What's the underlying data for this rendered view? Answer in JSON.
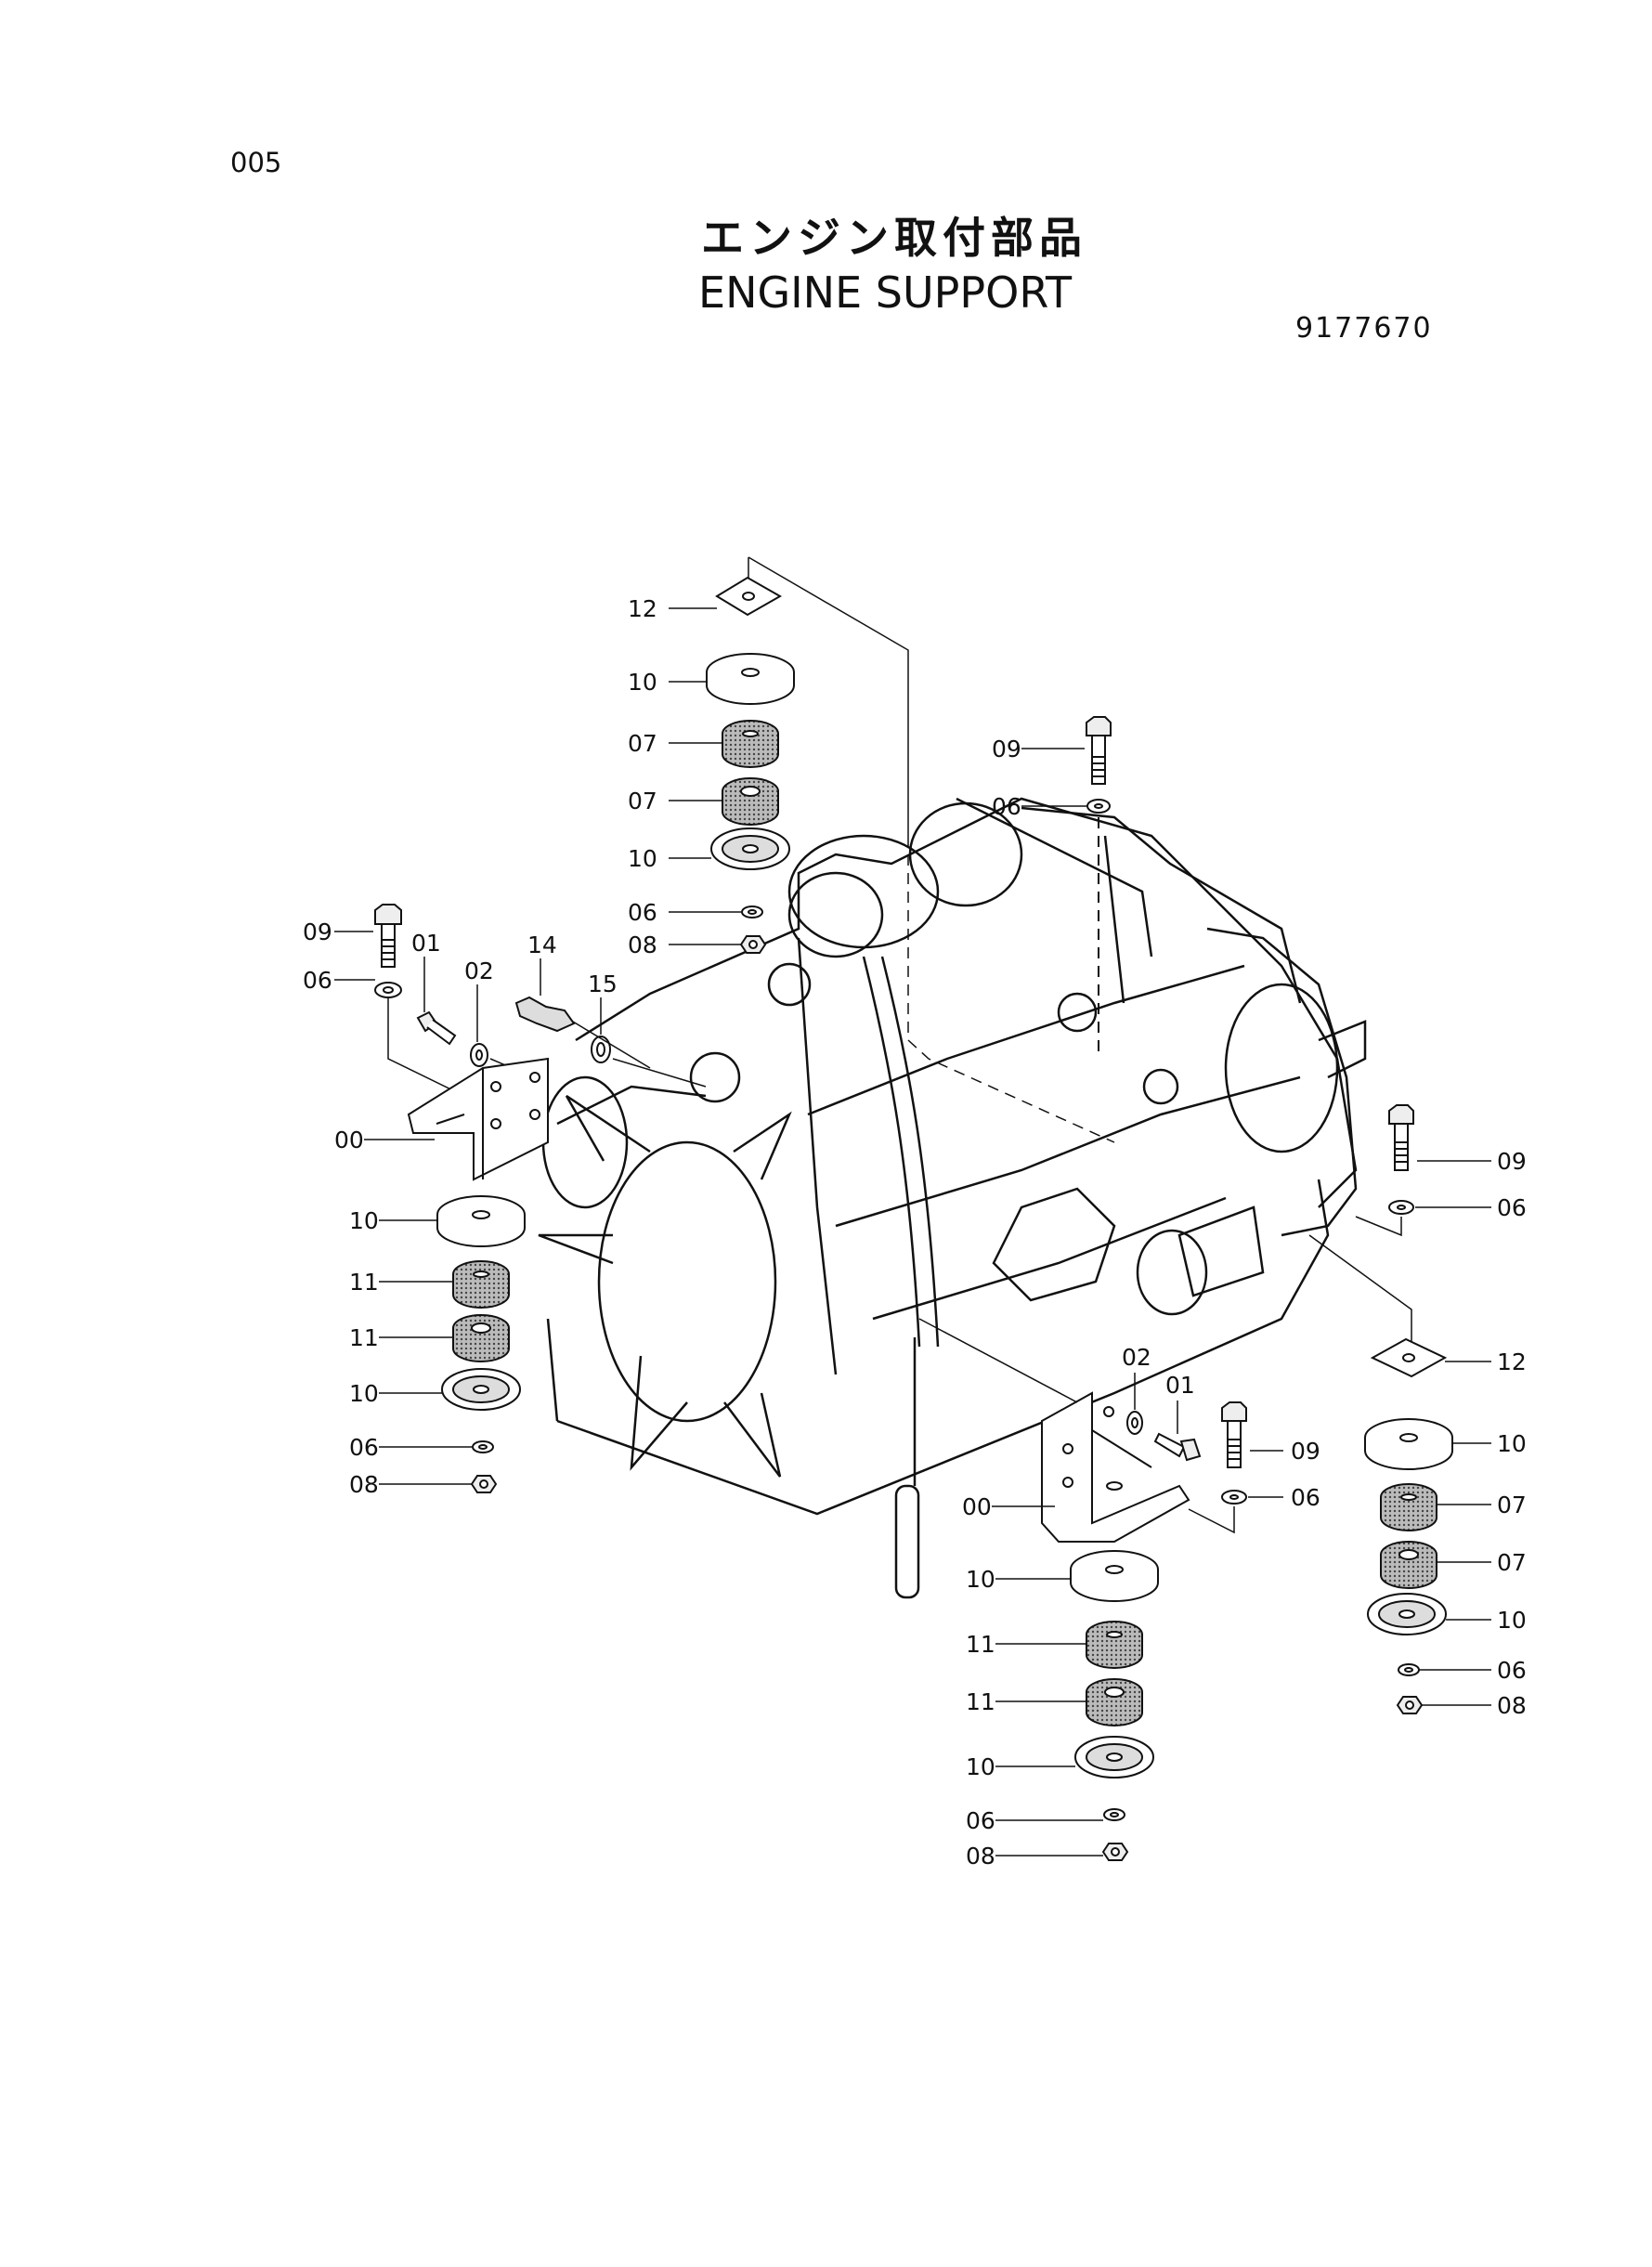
{
  "header": {
    "page_code": "005",
    "title_jp": "エンジン取付部品",
    "title_en": "ENGINE SUPPORT",
    "doc_number": "9177670"
  },
  "callouts": {
    "top_stack": [
      "12",
      "10",
      "07",
      "07",
      "10",
      "06",
      "08"
    ],
    "top_right_bolt": [
      "09",
      "06"
    ],
    "left_fasteners": [
      "09",
      "06",
      "01",
      "02",
      "14",
      "15"
    ],
    "left_bracket": "00",
    "left_stack": [
      "10",
      "11",
      "11",
      "10",
      "06",
      "08"
    ],
    "right_bolt": [
      "09",
      "06"
    ],
    "right_stack": [
      "12",
      "10",
      "07",
      "07",
      "10",
      "06",
      "08"
    ],
    "center_bracket": [
      "02",
      "01",
      "09",
      "00",
      "06"
    ],
    "bottom_stack": [
      "10",
      "11",
      "11",
      "10",
      "06",
      "08"
    ]
  }
}
